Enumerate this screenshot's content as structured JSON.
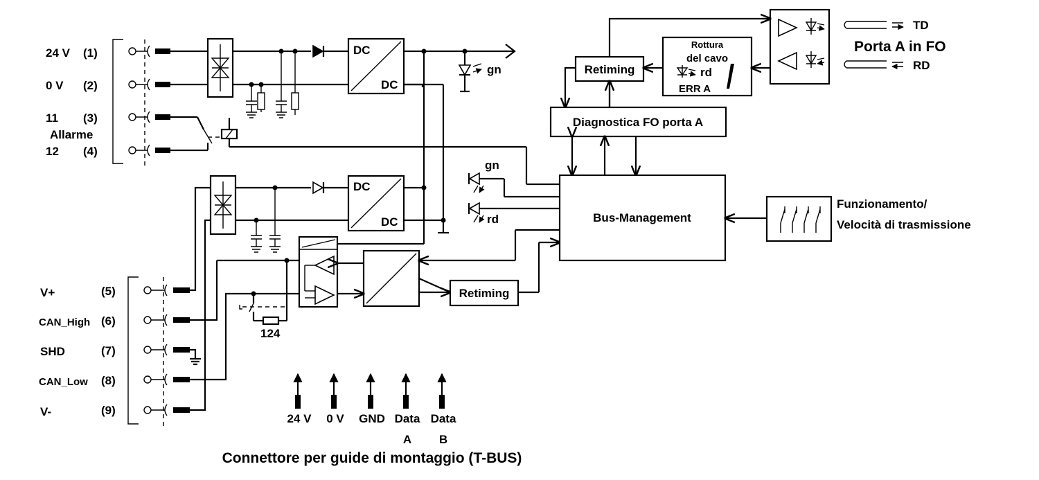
{
  "terminals": {
    "t1": {
      "name": "24 V",
      "num": "(1)"
    },
    "t2": {
      "name": "0 V",
      "num": "(2)"
    },
    "t3": {
      "name": "11",
      "num": "(3)"
    },
    "alarm_label": "Allarme",
    "t4": {
      "name": "12",
      "num": "(4)"
    },
    "t5": {
      "name": "V+",
      "num": "(5)"
    },
    "t6": {
      "name": "CAN_High",
      "num": "(6)"
    },
    "t7": {
      "name": "SHD",
      "num": "(7)"
    },
    "t8": {
      "name": "CAN_Low",
      "num": "(8)"
    },
    "t9": {
      "name": "V-",
      "num": "(9)"
    }
  },
  "converters": {
    "top": "DC",
    "bottom": "DC"
  },
  "leds": {
    "power": "gn",
    "status_gn": "gn",
    "status_rd": "rd",
    "err_rd": "rd"
  },
  "resistor_label": "124",
  "blocks": {
    "retiming_fo": "Retiming",
    "retiming_can": "Retiming",
    "cable_break_line1": "Rottura",
    "cable_break_line2": "del cavo",
    "err": "ERR A",
    "diagnostics": "Diagnostica FO porta A",
    "bus_management": "Bus-Management"
  },
  "fo_port": {
    "td": "TD",
    "rd": "RD",
    "title": "Porta A in FO"
  },
  "switch_labels": {
    "line1": "Funzionamento/",
    "line2": "Velocità di trasmissione"
  },
  "tbus": {
    "pins": [
      {
        "l1": "24 V",
        "l2": ""
      },
      {
        "l1": "0 V",
        "l2": ""
      },
      {
        "l1": "GND",
        "l2": ""
      },
      {
        "l1": "Data",
        "l2": "A"
      },
      {
        "l1": "Data",
        "l2": "B"
      }
    ],
    "title": "Connettore per guide di montaggio (T-BUS)"
  }
}
